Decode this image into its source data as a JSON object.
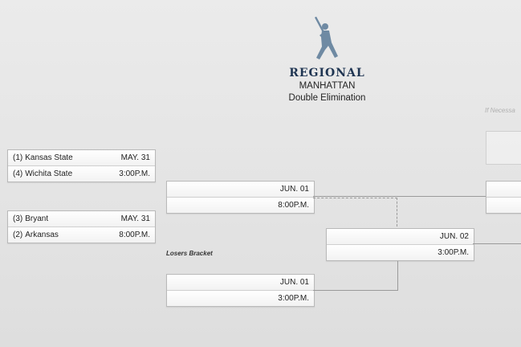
{
  "header": {
    "title": "REGIONAL",
    "city": "MANHATTAN",
    "format": "Double Elimination",
    "logo_icon": "batter-silhouette-icon",
    "logo_color": "#6f8aa3"
  },
  "if_necessary_label": "If Necessa",
  "losers_bracket_label": "Losers Bracket",
  "round1": [
    {
      "top_seed": "(1)",
      "top_team": "Kansas State",
      "top_info": "MAY. 31",
      "bottom_seed": "(4)",
      "bottom_team": "Wichita State",
      "bottom_info": "3:00P.M."
    },
    {
      "top_seed": "(3)",
      "top_team": "Bryant",
      "top_info": "MAY. 31",
      "bottom_seed": "(2)",
      "bottom_team": "Arkansas",
      "bottom_info": "8:00P.M."
    }
  ],
  "round2_winners": {
    "date": "JUN. 01",
    "time": "8:00P.M."
  },
  "round2_losers": {
    "date": "JUN. 01",
    "time": "3:00P.M."
  },
  "round3": {
    "date": "JUN. 02",
    "time": "3:00P.M."
  }
}
